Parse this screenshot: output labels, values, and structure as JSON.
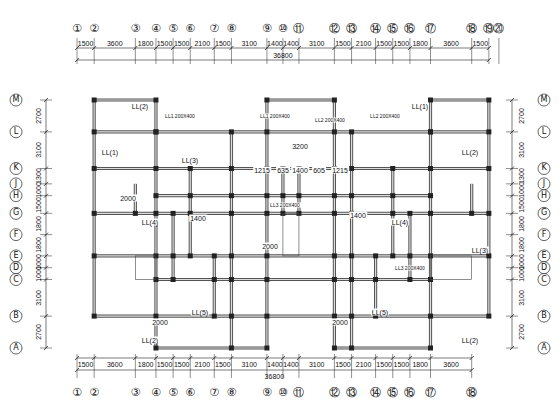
{
  "diagram": {
    "labels": [
      "1500",
      "3600",
      "1800",
      "1500",
      "1500",
      "2100",
      "1500",
      "3100",
      "1400",
      "1400",
      "3100",
      "1500",
      "2100",
      "1500",
      "1500",
      "1800",
      "3600",
      "1500",
      "36800",
      "①",
      "②",
      "③",
      "④",
      "⑤",
      "⑥",
      "⑦",
      "⑧",
      "⑨",
      "⑩",
      "⑪",
      "⑫",
      "⑬",
      "⑭",
      "⑮",
      "⑯",
      "⑰",
      "⑱",
      "⑲",
      "⑳",
      "1500",
      "3600",
      "1800",
      "1500",
      "1500",
      "2100",
      "1500",
      "3100",
      "1400",
      "1400",
      "3100",
      "1500",
      "2100",
      "1500",
      "1500",
      "1800",
      "3600",
      "36800",
      "①",
      "②",
      "③",
      "④",
      "⑤",
      "⑥",
      "⑦",
      "⑧",
      "⑨",
      "⑩",
      "⑪",
      "⑫",
      "⑬",
      "⑭",
      "⑮",
      "⑯",
      "⑰",
      "⑱",
      "M",
      "L",
      "K",
      "J",
      "H",
      "G",
      "F",
      "E",
      "D",
      "C",
      "B",
      "A",
      "2700",
      "3100",
      "1300",
      "1000",
      "1500",
      "1800",
      "1800",
      "1000",
      "1000",
      "3100",
      "2700",
      "M",
      "L",
      "K",
      "J",
      "H",
      "G",
      "F",
      "E",
      "D",
      "C",
      "B",
      "A",
      "2700",
      "3100",
      "1300",
      "1000",
      "1500",
      "1800",
      "1800",
      "1000",
      "1000",
      "3100",
      "2700",
      "1215",
      "635",
      "1400",
      "605",
      "1215",
      "2000",
      "1400",
      "1400",
      "2000",
      "3200",
      "2000",
      "2000",
      "LL(1)",
      "LL(2)",
      "LL(3)",
      "LL(1)",
      "LL(2)",
      "LL(3)",
      "LL(4)",
      "LL(4)",
      "LL(5)",
      "LL(5)",
      "LL(2)",
      "LL(2)",
      "LL1 200X400",
      "LL1 200X400",
      "LL2 200X400",
      "LL2 200X400",
      "LL3 200X400",
      "LL3 200X400"
    ]
  }
}
